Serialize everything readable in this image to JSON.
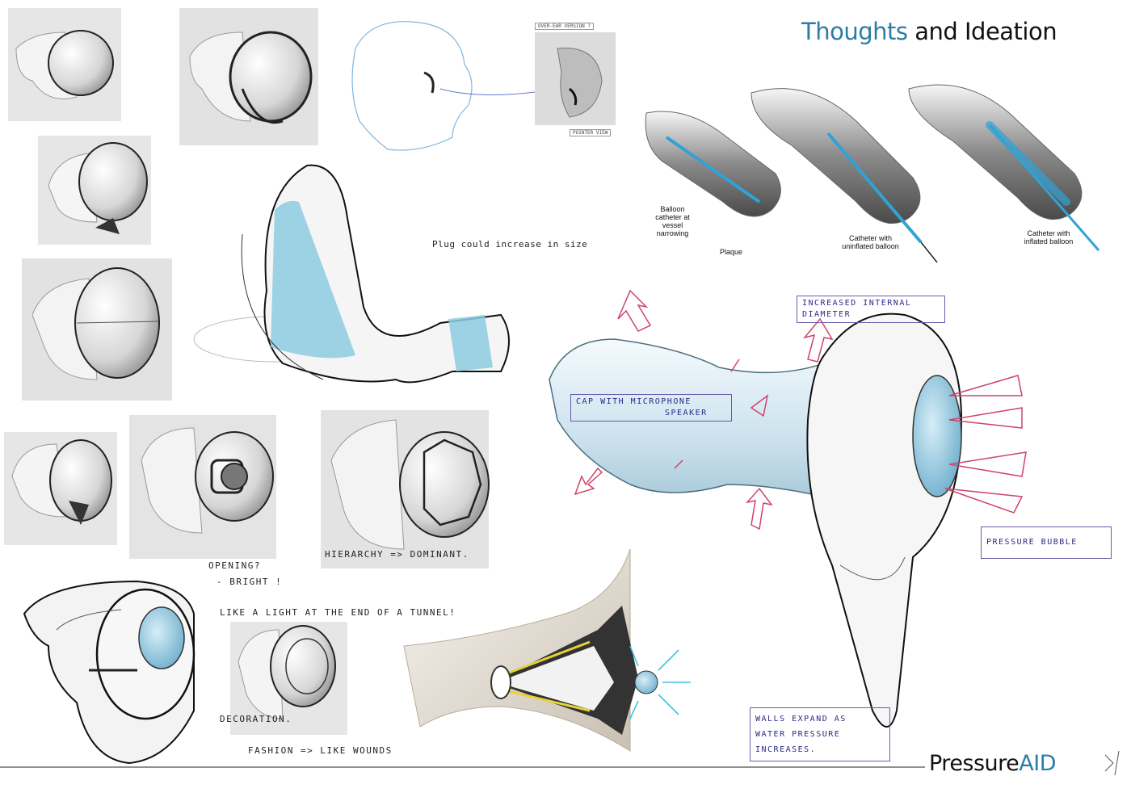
{
  "header": {
    "title_accent": "Thoughts",
    "title_rest": " and Ideation"
  },
  "brand": {
    "name_a": "Pressure",
    "name_b": "AID"
  },
  "catheter_labels": {
    "narrowing": "Balloon catheter at vessel narrowing",
    "plaque": "Plaque",
    "uninflated": "Catheter with uninflated balloon",
    "inflated": "Catheter with inflated balloon"
  },
  "ear_tags": {
    "top": "OVER-EAR VERSION ?",
    "bottom": "POINTER VIEW"
  },
  "notes": {
    "plug": "Plug could increase in size",
    "internal_diameter_1": "INCREASED INTERNAL",
    "internal_diameter_2": "DIAMETER",
    "cap_1": "CAP WITH MICROPHONE",
    "cap_2": "SPEAKER",
    "pressure_bubble": "PRESSURE BUBBLE",
    "walls_1": "WALLS EXPAND AS",
    "walls_2": "WATER PRESSURE",
    "walls_3": "INCREASES.",
    "opening": "OPENING?",
    "bright": "- BRIGHT !",
    "hierarchy": "HIERARCHY => DOMINANT.",
    "light_tunnel": "LIKE A LIGHT AT THE END OF A TUNNEL!",
    "decoration": "DECORATION.",
    "fashion": "FASHION => LIKE WOUNDS"
  },
  "colors": {
    "accent": "#2a7da6",
    "sketch_blue": "#7fc4dc",
    "arrow_pink": "#d0436a",
    "note_ink": "#2a2a8a",
    "yellow": "#e6d23a"
  }
}
